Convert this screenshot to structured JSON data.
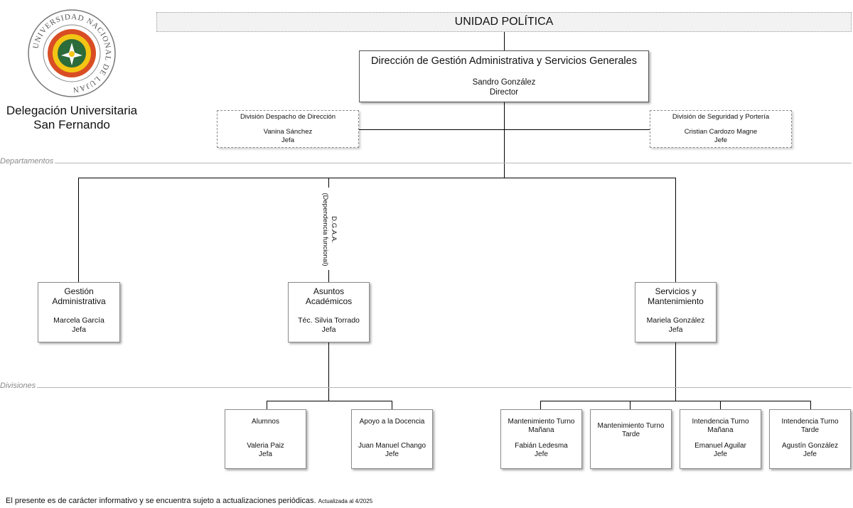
{
  "logo": {
    "seal_text": "UNIVERSIDAD NACIONAL DE LUJAN"
  },
  "organization": {
    "line1": "Delegación Universitaria",
    "line2": "San Fernando"
  },
  "header": {
    "unit": "UNIDAD POLÍTICA"
  },
  "direction": {
    "title": "Dirección de Gestión Administrativa y Servicios Generales",
    "person": "Sandro González",
    "role": "Director"
  },
  "staff": [
    {
      "title": "División Despacho de Dirección",
      "person": "Vanina Sánchez",
      "role": "Jefa"
    },
    {
      "title": "División de Seguridad y Portería",
      "person": "Cristian Cardozo Magne",
      "role": "Jefe"
    }
  ],
  "levels": {
    "departments": "Departamentos",
    "divisions": "Divisiones"
  },
  "functional_note": {
    "line1": "D.G.A.A.",
    "line2": "(Dependencia funcional)"
  },
  "departments": [
    {
      "title_line1": "Gestión",
      "title_line2": "Administrativa",
      "person": "Marcela García",
      "role": "Jefa"
    },
    {
      "title_line1": "Asuntos",
      "title_line2": "Académicos",
      "person": "Téc. Silvia Torrado",
      "role": "Jefa"
    },
    {
      "title_line1": "Servicios y",
      "title_line2": "Mantenimiento",
      "person": "Mariela González",
      "role": "Jefa"
    }
  ],
  "divisions": [
    {
      "title_line1": "Alumnos",
      "title_line2": "",
      "person": "Valeria Paiz",
      "role": "Jefa"
    },
    {
      "title_line1": "Apoyo a la Docencia",
      "title_line2": "",
      "person": "Juan Manuel Chango",
      "role": "Jefe"
    },
    {
      "title_line1": "Mantenimiento Turno",
      "title_line2": "Mañana",
      "person": "Fabián Ledesma",
      "role": "Jefe"
    },
    {
      "title_line1": "Mantenimiento Turno",
      "title_line2": "Tarde",
      "person": "",
      "role": ""
    },
    {
      "title_line1": "Intendencia Turno",
      "title_line2": "Mañana",
      "person": "Emanuel Aguilar",
      "role": "Jefe"
    },
    {
      "title_line1": "Intendencia Turno",
      "title_line2": "Tarde",
      "person": "Agustín González",
      "role": "Jefe"
    }
  ],
  "footer": {
    "text": "El presente es de carácter informativo y se encuentra sujeto a actualizaciones periódicas.",
    "updated": "Actualizada al 4/2025"
  }
}
